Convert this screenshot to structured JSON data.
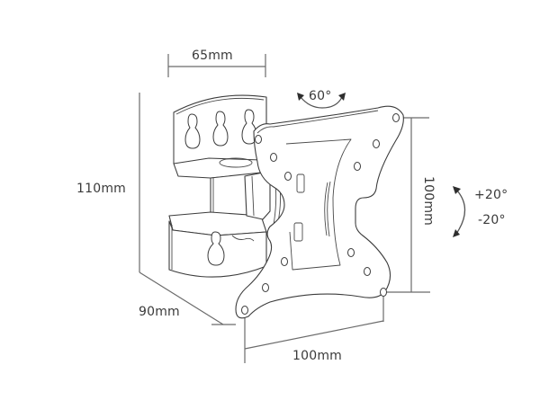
{
  "diagram": {
    "subject": "Tilt and swivel TV wall mount bracket",
    "line_color": "#3c3c3c",
    "dimension_color": "#6b6b6b",
    "text_color": "#3a3a3a",
    "background": "#ffffff"
  },
  "dimensions": {
    "top_width": "65mm",
    "height": "110mm",
    "depth": "90mm",
    "vesa_vertical": "100mm",
    "vesa_horizontal": "100mm"
  },
  "rotation": {
    "swivel": "60°",
    "tilt_up": "+20°",
    "tilt_down": "-20°"
  }
}
